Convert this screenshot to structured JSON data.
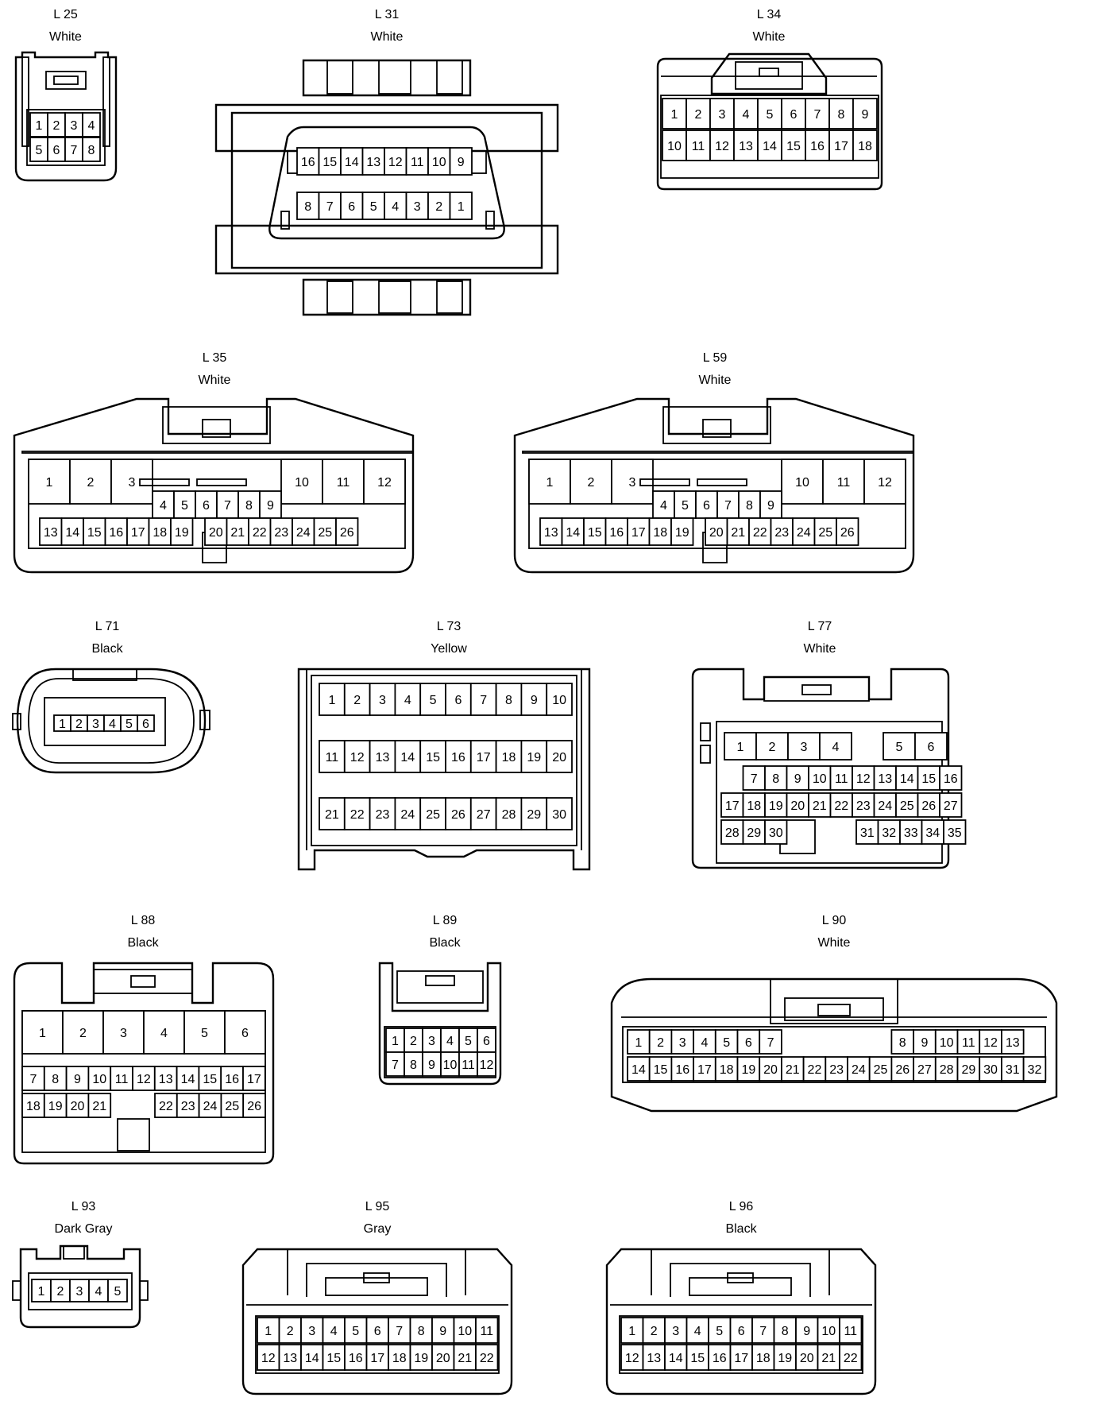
{
  "connectors": [
    {
      "id": "L 25",
      "color": "White",
      "rows": [
        [
          1,
          2,
          3,
          4
        ],
        [
          5,
          6,
          7,
          8
        ]
      ]
    },
    {
      "id": "L 31",
      "color": "White",
      "rows": [
        [
          16,
          15,
          14,
          13,
          12,
          11,
          10,
          9
        ],
        [
          8,
          7,
          6,
          5,
          4,
          3,
          2,
          1
        ]
      ]
    },
    {
      "id": "L 34",
      "color": "White",
      "rows": [
        [
          1,
          2,
          3,
          4,
          5,
          6,
          7,
          8,
          9
        ],
        [
          10,
          11,
          12,
          13,
          14,
          15,
          16,
          17,
          18
        ]
      ]
    },
    {
      "id": "L 35",
      "color": "White",
      "big": [
        1,
        2,
        3,
        10,
        11,
        12
      ],
      "mid": [
        4,
        5,
        6,
        7,
        8,
        9
      ],
      "bottom": [
        13,
        14,
        15,
        16,
        17,
        18,
        19,
        20,
        21,
        22,
        23,
        24,
        25,
        26
      ]
    },
    {
      "id": "L 59",
      "color": "White",
      "big": [
        1,
        2,
        3,
        10,
        11,
        12
      ],
      "mid": [
        4,
        5,
        6,
        7,
        8,
        9
      ],
      "bottom": [
        13,
        14,
        15,
        16,
        17,
        18,
        19,
        20,
        21,
        22,
        23,
        24,
        25,
        26
      ]
    },
    {
      "id": "L 71",
      "color": "Black",
      "rows": [
        [
          1,
          2,
          3,
          4,
          5,
          6
        ]
      ]
    },
    {
      "id": "L 73",
      "color": "Yellow",
      "rows": [
        [
          1,
          2,
          3,
          4,
          5,
          6,
          7,
          8,
          9,
          10
        ],
        [
          11,
          12,
          13,
          14,
          15,
          16,
          17,
          18,
          19,
          20
        ],
        [
          21,
          22,
          23,
          24,
          25,
          26,
          27,
          28,
          29,
          30
        ]
      ]
    },
    {
      "id": "L 77",
      "color": "White",
      "big": [
        1,
        2,
        3,
        4,
        5,
        6
      ],
      "rows": [
        [
          7,
          8,
          9,
          10,
          11,
          12,
          13,
          14,
          15,
          16
        ],
        [
          17,
          18,
          19,
          20,
          21,
          22,
          23,
          24,
          25,
          26,
          27
        ],
        [
          28,
          29,
          30,
          31,
          32,
          33,
          34,
          35
        ]
      ]
    },
    {
      "id": "L 88",
      "color": "Black",
      "big": [
        1,
        2,
        3,
        4,
        5,
        6
      ],
      "rows": [
        [
          7,
          8,
          9,
          10,
          11,
          12,
          13,
          14,
          15,
          16,
          17
        ],
        [
          18,
          19,
          20,
          21,
          22,
          23,
          24,
          25,
          26
        ]
      ]
    },
    {
      "id": "L 89",
      "color": "Black",
      "rows": [
        [
          1,
          2,
          3,
          4,
          5,
          6
        ],
        [
          7,
          8,
          9,
          10,
          11,
          12
        ]
      ]
    },
    {
      "id": "L 90",
      "color": "White",
      "rows": [
        [
          1,
          2,
          3,
          4,
          5,
          6,
          7,
          8,
          9,
          10,
          11,
          12,
          13
        ],
        [
          14,
          15,
          16,
          17,
          18,
          19,
          20,
          21,
          22,
          23,
          24,
          25,
          26,
          27,
          28,
          29,
          30,
          31,
          32
        ]
      ]
    },
    {
      "id": "L 93",
      "color": "Dark Gray",
      "rows": [
        [
          1,
          2,
          3,
          4,
          5
        ]
      ]
    },
    {
      "id": "L 95",
      "color": "Gray",
      "rows": [
        [
          1,
          2,
          3,
          4,
          5,
          6,
          7,
          8,
          9,
          10,
          11
        ],
        [
          12,
          13,
          14,
          15,
          16,
          17,
          18,
          19,
          20,
          21,
          22
        ]
      ]
    },
    {
      "id": "L 96",
      "color": "Black",
      "rows": [
        [
          1,
          2,
          3,
          4,
          5,
          6,
          7,
          8,
          9,
          10,
          11
        ],
        [
          12,
          13,
          14,
          15,
          16,
          17,
          18,
          19,
          20,
          21,
          22
        ]
      ]
    }
  ]
}
